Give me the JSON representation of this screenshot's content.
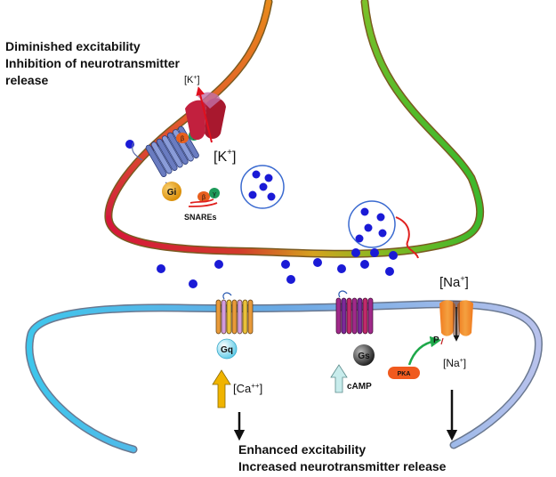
{
  "text": {
    "top_left_line1": "Diminished excitability",
    "top_left_line2": "Inhibition of neurotransmitter",
    "top_left_line3": "release",
    "bottom_line1": "Enhanced excitability",
    "bottom_line2": "Increased neurotransmitter release",
    "k_out_base": "[K",
    "k_out_sup": "+",
    "k_out_end": "]",
    "k_in_base": "[K",
    "k_in_sup": "+",
    "k_in_end": "]",
    "na_out_base": "[Na",
    "na_out_sup": "+",
    "na_out_end": "]",
    "na_in_base": "[Na",
    "na_in_sup": "+",
    "na_in_end": "]",
    "ca_base": "[Ca",
    "ca_sup": "++",
    "ca_end": "]",
    "gi": "Gi",
    "gq": "Gq",
    "gs": "Gs",
    "beta": "β",
    "gamma": "γ",
    "snares": "SNAREs",
    "camp": "cAMP",
    "pka": "PKA",
    "phospho": "P"
  },
  "colors": {
    "presynaptic_top": "#e8891a",
    "presynaptic_left": "#d01f3c",
    "presynaptic_right": "#4cb82a",
    "postsynaptic_left": "#3ec6ec",
    "postsynaptic_right": "#b8c2ec",
    "dots": "#1a1ad6",
    "k_channel": "#c2203e",
    "na_channel": "#f07a1e",
    "gi": "#e8920a",
    "gs": "#333333",
    "gq": "#6fd4ec",
    "pka": "#f05a1e",
    "snare": "#e0201e",
    "receptor_gi": "#7d8fc8",
    "receptor_gq": "#e89a3a",
    "receptor_gs": "#a02a8a"
  }
}
